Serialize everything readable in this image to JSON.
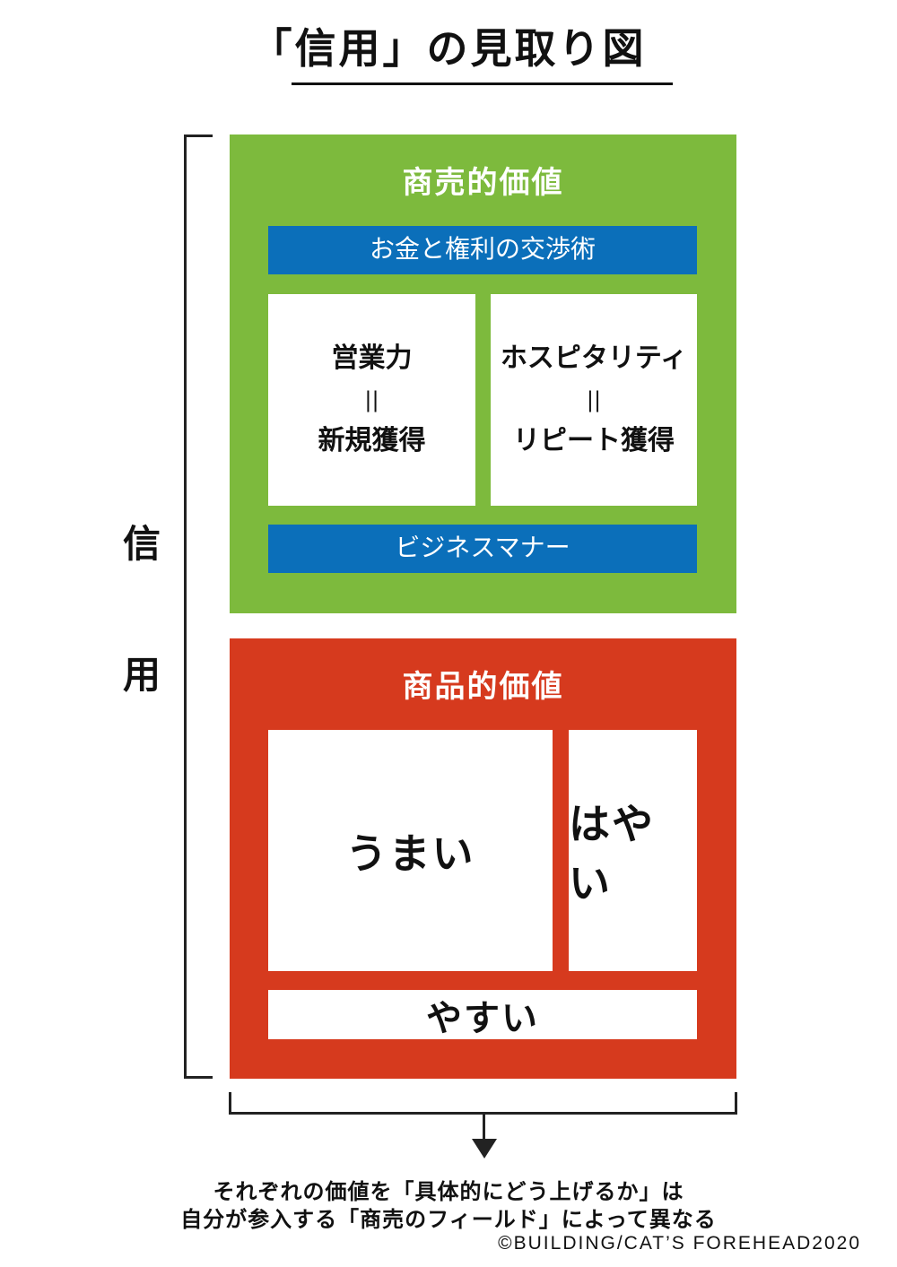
{
  "title": "「信用」の見取り図",
  "side_label": {
    "char1": "信",
    "char2": "用"
  },
  "top_panel": {
    "heading": "商売的価値",
    "color": "#7dba3d",
    "bar_color": "#0b6fba",
    "top_bar": "お金と権利の交渉術",
    "left_box": {
      "line1": "営業力",
      "eq": "||",
      "line2": "新規獲得"
    },
    "right_box": {
      "line1": "ホスピタリティ",
      "eq": "||",
      "line2": "リピート獲得"
    },
    "bottom_bar": "ビジネスマナー"
  },
  "bottom_panel": {
    "heading": "商品的価値",
    "color": "#d63a1e",
    "box_left": "うまい",
    "box_right": "はやい",
    "box_bottom": "やすい"
  },
  "caption": {
    "line1": "それぞれの価値を「具体的にどう上げるか」は",
    "line2": "自分が参入する「商売のフィールド」によって異なる"
  },
  "copyright": "©BUILDING/CAT’S FOREHEAD2020"
}
